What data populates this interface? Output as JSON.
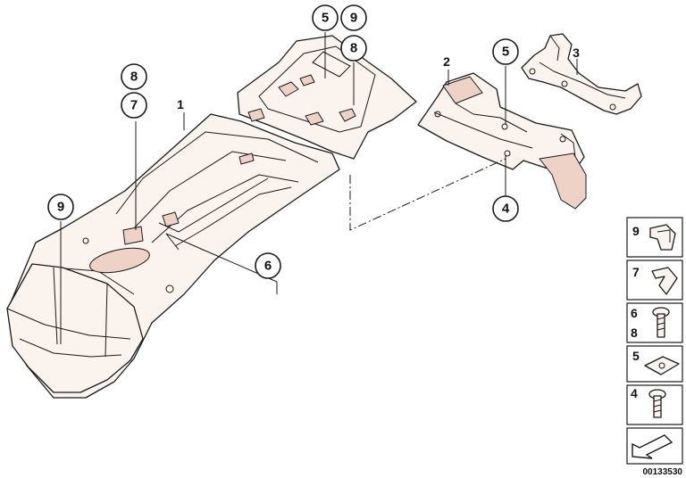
{
  "diagram": {
    "labels": {
      "part_1": "1",
      "part_2": "2",
      "part_3": "3"
    },
    "callouts": {
      "top_5": "5",
      "top_9": "9",
      "top_8": "8",
      "left_8": "8",
      "left_7": "7",
      "bracket_5": "5",
      "bracket_4": "4",
      "left_9": "9",
      "mid_6": "6"
    },
    "legend": {
      "item_9": "9",
      "item_7": "7",
      "item_6": "6",
      "item_8": "8",
      "item_5": "5",
      "item_4": "4"
    },
    "document_number": "00133530"
  }
}
